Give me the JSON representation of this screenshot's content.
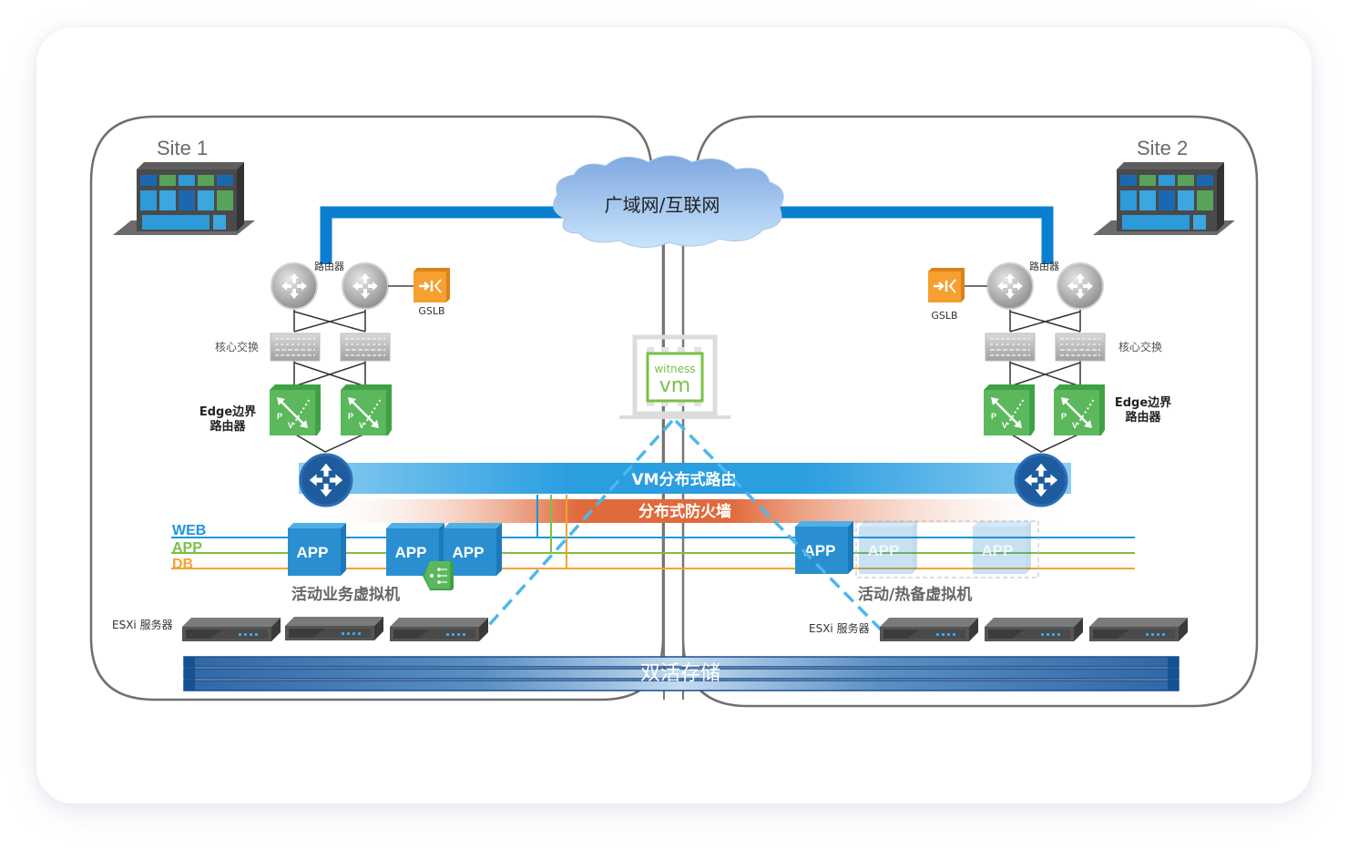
{
  "sites": [
    {
      "label": "Site 1"
    },
    {
      "label": "Site 2"
    }
  ],
  "wan": {
    "label": "广域网/互联网"
  },
  "witness": {
    "line1": "witness",
    "line2": "vm"
  },
  "site1": {
    "router_label": "路由器",
    "gslb_label": "GSLB",
    "core_switch_label": "核心交换",
    "edge_label_line1": "Edge边界",
    "edge_label_line2": "路由器",
    "vm_group_label": "活动业务虚拟机",
    "esxi_label": "ESXi 服务器",
    "apps": [
      "APP",
      "APP",
      "APP"
    ]
  },
  "site2": {
    "router_label": "路由器",
    "gslb_label": "GSLB",
    "core_switch_label": "核心交换",
    "edge_label_line1": "Edge边界",
    "edge_label_line2": "路由器",
    "vm_group_label": "活动/热备虚拟机",
    "esxi_label": "ESXi 服务器",
    "apps": [
      "APP",
      "APP",
      "APP"
    ]
  },
  "bands": {
    "routing": "VM分布式路由",
    "firewall": "分布式防火墙"
  },
  "tiers": [
    {
      "label": "WEB",
      "color": "#1e96dc"
    },
    {
      "label": "APP",
      "color": "#7ac143"
    },
    {
      "label": "DB",
      "color": "#f5a232"
    }
  ],
  "storage": {
    "label": "双活存储"
  },
  "colors": {
    "wan_link": "#0a7fd0",
    "app_box": "#2a8fd0",
    "edge_green": "#5cb85c",
    "gslb_orange": "#f5a030",
    "router_dark": "#1f5c9e",
    "firewall": "#e06a3c",
    "storage": "#3f78b0",
    "witness_green": "#7ac143"
  }
}
